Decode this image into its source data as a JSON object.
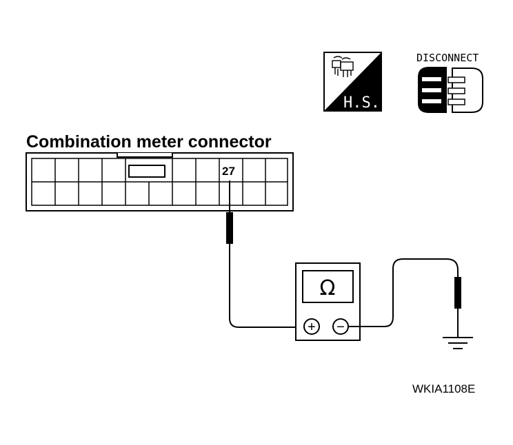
{
  "connector": {
    "title": "Combination meter connector",
    "pin_label": "27"
  },
  "icons": {
    "harness_side": {
      "label": "H.S."
    },
    "disconnect": {
      "label": "DISCONNECT"
    }
  },
  "meter": {
    "display_symbol": "Ω",
    "positive_symbol": "+",
    "negative_symbol": "−"
  },
  "figure_code": "WKIA1108E"
}
